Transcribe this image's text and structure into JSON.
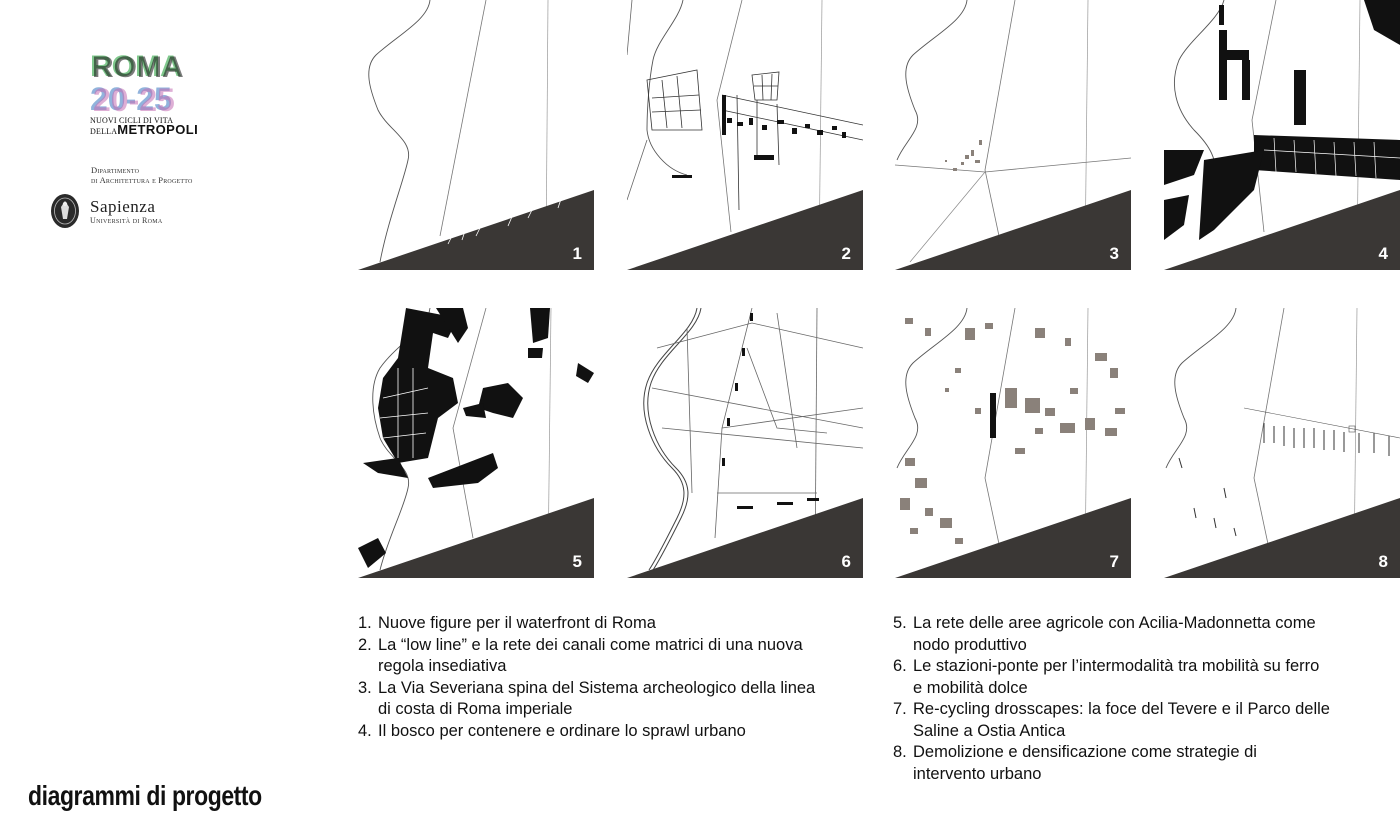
{
  "header": {
    "logo_title_line1": "ROMA",
    "logo_title_line2": "20-25",
    "logo_sub_line1": "NUOVI CICLI DI VITA",
    "logo_sub_line2a": "DELLA",
    "logo_sub_line2b": "METROPOLI",
    "dept_line1": "Dipartimento",
    "dept_line2": "di Architettura e Progetto",
    "university_name": "Sapienza",
    "university_sub": "Università di Roma"
  },
  "panels": [
    {
      "number": "1",
      "icon": "waterfront-map-icon"
    },
    {
      "number": "2",
      "icon": "canals-map-icon"
    },
    {
      "number": "3",
      "icon": "via-severiana-map-icon"
    },
    {
      "number": "4",
      "icon": "forest-map-icon"
    },
    {
      "number": "5",
      "icon": "agricultural-network-map-icon"
    },
    {
      "number": "6",
      "icon": "bridge-stations-map-icon"
    },
    {
      "number": "7",
      "icon": "drosscapes-map-icon"
    },
    {
      "number": "8",
      "icon": "demolition-map-icon"
    }
  ],
  "captions_left": [
    {
      "num": "1.",
      "text": "Nuove figure per il waterfront di Roma"
    },
    {
      "num": "2.",
      "text": "La “low line” e la rete dei canali come matrici di una nuova regola insediativa"
    },
    {
      "num": "3.",
      "text": "La Via Severiana spina del Sistema archeologico della linea di costa di Roma imperiale"
    },
    {
      "num": "4.",
      "text": "Il bosco per contenere e ordinare lo sprawl urbano"
    }
  ],
  "captions_right": [
    {
      "num": "5.",
      "text": "La rete delle aree agricole con Acilia-Madonnetta come nodo produttivo"
    },
    {
      "num": "6.",
      "text": "Le stazioni-ponte per l’intermodalità tra mobilità su ferro e mobilità dolce"
    },
    {
      "num": "7.",
      "text": "Re-cycling drosscapes: la foce del Tevere e il Parco delle Saline a Ostia Antica"
    },
    {
      "num": "8.",
      "text": "Demolizione e densificazione come strategie di intervento urbano"
    }
  ],
  "footer": {
    "title": "diagrammi di progetto"
  },
  "colors": {
    "sea": "#3a3735",
    "ink": "#111111",
    "grey_patch": "#8a817a",
    "line": "#555555"
  }
}
